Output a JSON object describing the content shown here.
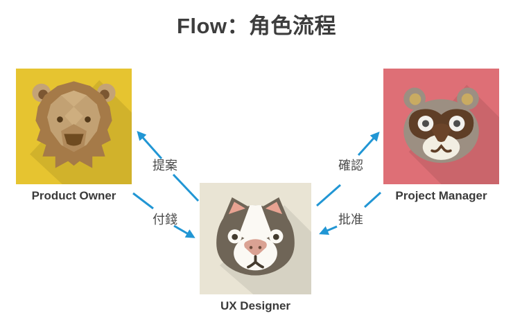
{
  "title": "Flow：角色流程",
  "nodes": [
    {
      "id": "product-owner",
      "label": "Product Owner",
      "avatar": "lion-avatar",
      "bg": "#e6c430"
    },
    {
      "id": "project-manager",
      "label": "Project Manager",
      "avatar": "tanuki-avatar",
      "bg": "#de6f76"
    },
    {
      "id": "ux-designer",
      "label": "UX Designer",
      "avatar": "cat-avatar",
      "bg": "#e9e4d4"
    }
  ],
  "arrows": [
    {
      "label": "提案",
      "from": "ux-designer",
      "to": "product-owner"
    },
    {
      "label": "付錢",
      "from": "product-owner",
      "to": "ux-designer"
    },
    {
      "label": "確認",
      "from": "ux-designer",
      "to": "project-manager"
    },
    {
      "label": "批准",
      "from": "project-manager",
      "to": "ux-designer"
    }
  ],
  "colors": {
    "arrow": "#2196d4",
    "title_text": "#3d3d3d",
    "label_text": "#3a3a3a"
  }
}
